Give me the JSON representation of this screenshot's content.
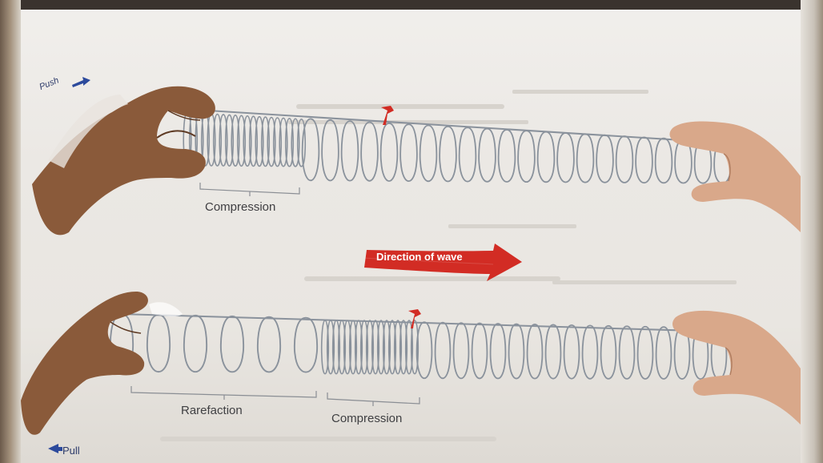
{
  "labels": {
    "push": "Push",
    "pull": "Pull",
    "compression_top": "Compression",
    "direction": "Direction of wave",
    "rarefaction": "Rarefaction",
    "compression_bottom": "Compression"
  },
  "icons": {
    "push_arrow": "arrow-right-icon",
    "pull_arrow": "arrow-left-icon",
    "marker": "ribbon-marker-icon"
  },
  "colors": {
    "spring": "#8a929c",
    "arrow": "#d22c24",
    "hand": "#8a5a3a",
    "label_arrow": "#2c4a9c"
  }
}
